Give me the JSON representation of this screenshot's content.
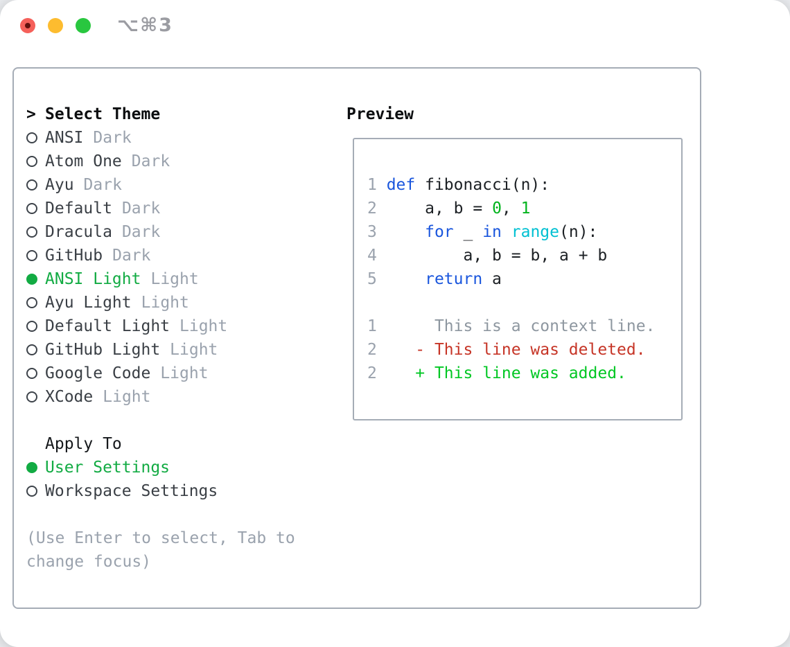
{
  "window": {
    "shortcut_label": "⌥⌘3",
    "traffic_lights": [
      "close",
      "minimize",
      "zoom"
    ]
  },
  "colors": {
    "accent_green": "#12ab43",
    "keyword_blue": "#1a56dd",
    "builtin_cyan": "#00c0d2",
    "number_green": "#00b31c",
    "added_green": "#00c723",
    "deleted_red": "#c63527",
    "muted_gray": "#9aa2ad",
    "border_gray": "#a5acb6"
  },
  "selector": {
    "title": "Select Theme",
    "title_marker": ">",
    "themes": [
      {
        "name": "ANSI",
        "variant": "Dark",
        "selected": false
      },
      {
        "name": "Atom One",
        "variant": "Dark",
        "selected": false
      },
      {
        "name": "Ayu",
        "variant": "Dark",
        "selected": false
      },
      {
        "name": "Default",
        "variant": "Dark",
        "selected": false
      },
      {
        "name": "Dracula",
        "variant": "Dark",
        "selected": false
      },
      {
        "name": "GitHub",
        "variant": "Dark",
        "selected": false
      },
      {
        "name": "ANSI Light",
        "variant": "Light",
        "selected": true
      },
      {
        "name": "Ayu Light",
        "variant": "Light",
        "selected": false
      },
      {
        "name": "Default Light",
        "variant": "Light",
        "selected": false
      },
      {
        "name": "GitHub Light",
        "variant": "Light",
        "selected": false
      },
      {
        "name": "Google Code",
        "variant": "Light",
        "selected": false
      },
      {
        "name": "XCode",
        "variant": "Light",
        "selected": false
      }
    ],
    "apply_title": "Apply To",
    "apply_options": [
      {
        "name": "User Settings",
        "selected": true
      },
      {
        "name": "Workspace Settings",
        "selected": false
      }
    ],
    "hint_lines": [
      "(Use Enter to select, Tab to",
      "change focus)"
    ]
  },
  "preview": {
    "title": "Preview",
    "lines": [
      {
        "num": "1",
        "segments": [
          {
            "t": "def",
            "c": "kw"
          },
          {
            "t": " fibonacci(n):",
            "c": "plain"
          }
        ]
      },
      {
        "num": "2",
        "segments": [
          {
            "t": "    ",
            "c": "plain"
          },
          {
            "t": "a",
            "c": "var"
          },
          {
            "t": ", ",
            "c": "plain"
          },
          {
            "t": "b",
            "c": "var"
          },
          {
            "t": " = ",
            "c": "plain"
          },
          {
            "t": "0",
            "c": "num"
          },
          {
            "t": ", ",
            "c": "plain"
          },
          {
            "t": "1",
            "c": "num"
          }
        ]
      },
      {
        "num": "3",
        "segments": [
          {
            "t": "    ",
            "c": "plain"
          },
          {
            "t": "for",
            "c": "kw"
          },
          {
            "t": " _ ",
            "c": "plain"
          },
          {
            "t": "in",
            "c": "kw"
          },
          {
            "t": " ",
            "c": "plain"
          },
          {
            "t": "range",
            "c": "builtin"
          },
          {
            "t": "(n):",
            "c": "plain"
          }
        ]
      },
      {
        "num": "4",
        "segments": [
          {
            "t": "        ",
            "c": "plain"
          },
          {
            "t": "a",
            "c": "var"
          },
          {
            "t": ", ",
            "c": "plain"
          },
          {
            "t": "b",
            "c": "var"
          },
          {
            "t": " = ",
            "c": "plain"
          },
          {
            "t": "b",
            "c": "var"
          },
          {
            "t": ", ",
            "c": "plain"
          },
          {
            "t": "a",
            "c": "var"
          },
          {
            "t": " + ",
            "c": "plain"
          },
          {
            "t": "b",
            "c": "var"
          }
        ]
      },
      {
        "num": "5",
        "segments": [
          {
            "t": "    ",
            "c": "plain"
          },
          {
            "t": "return",
            "c": "kw"
          },
          {
            "t": " ",
            "c": "plain"
          },
          {
            "t": "a",
            "c": "var"
          }
        ]
      },
      {
        "num": "",
        "segments": []
      },
      {
        "num": "1",
        "segments": [
          {
            "t": "     This is a context line.",
            "c": "ctx"
          }
        ]
      },
      {
        "num": "2",
        "segments": [
          {
            "t": "   - This line was deleted.",
            "c": "del"
          }
        ]
      },
      {
        "num": "2",
        "segments": [
          {
            "t": "   + This line was added.",
            "c": "add"
          }
        ]
      }
    ]
  }
}
